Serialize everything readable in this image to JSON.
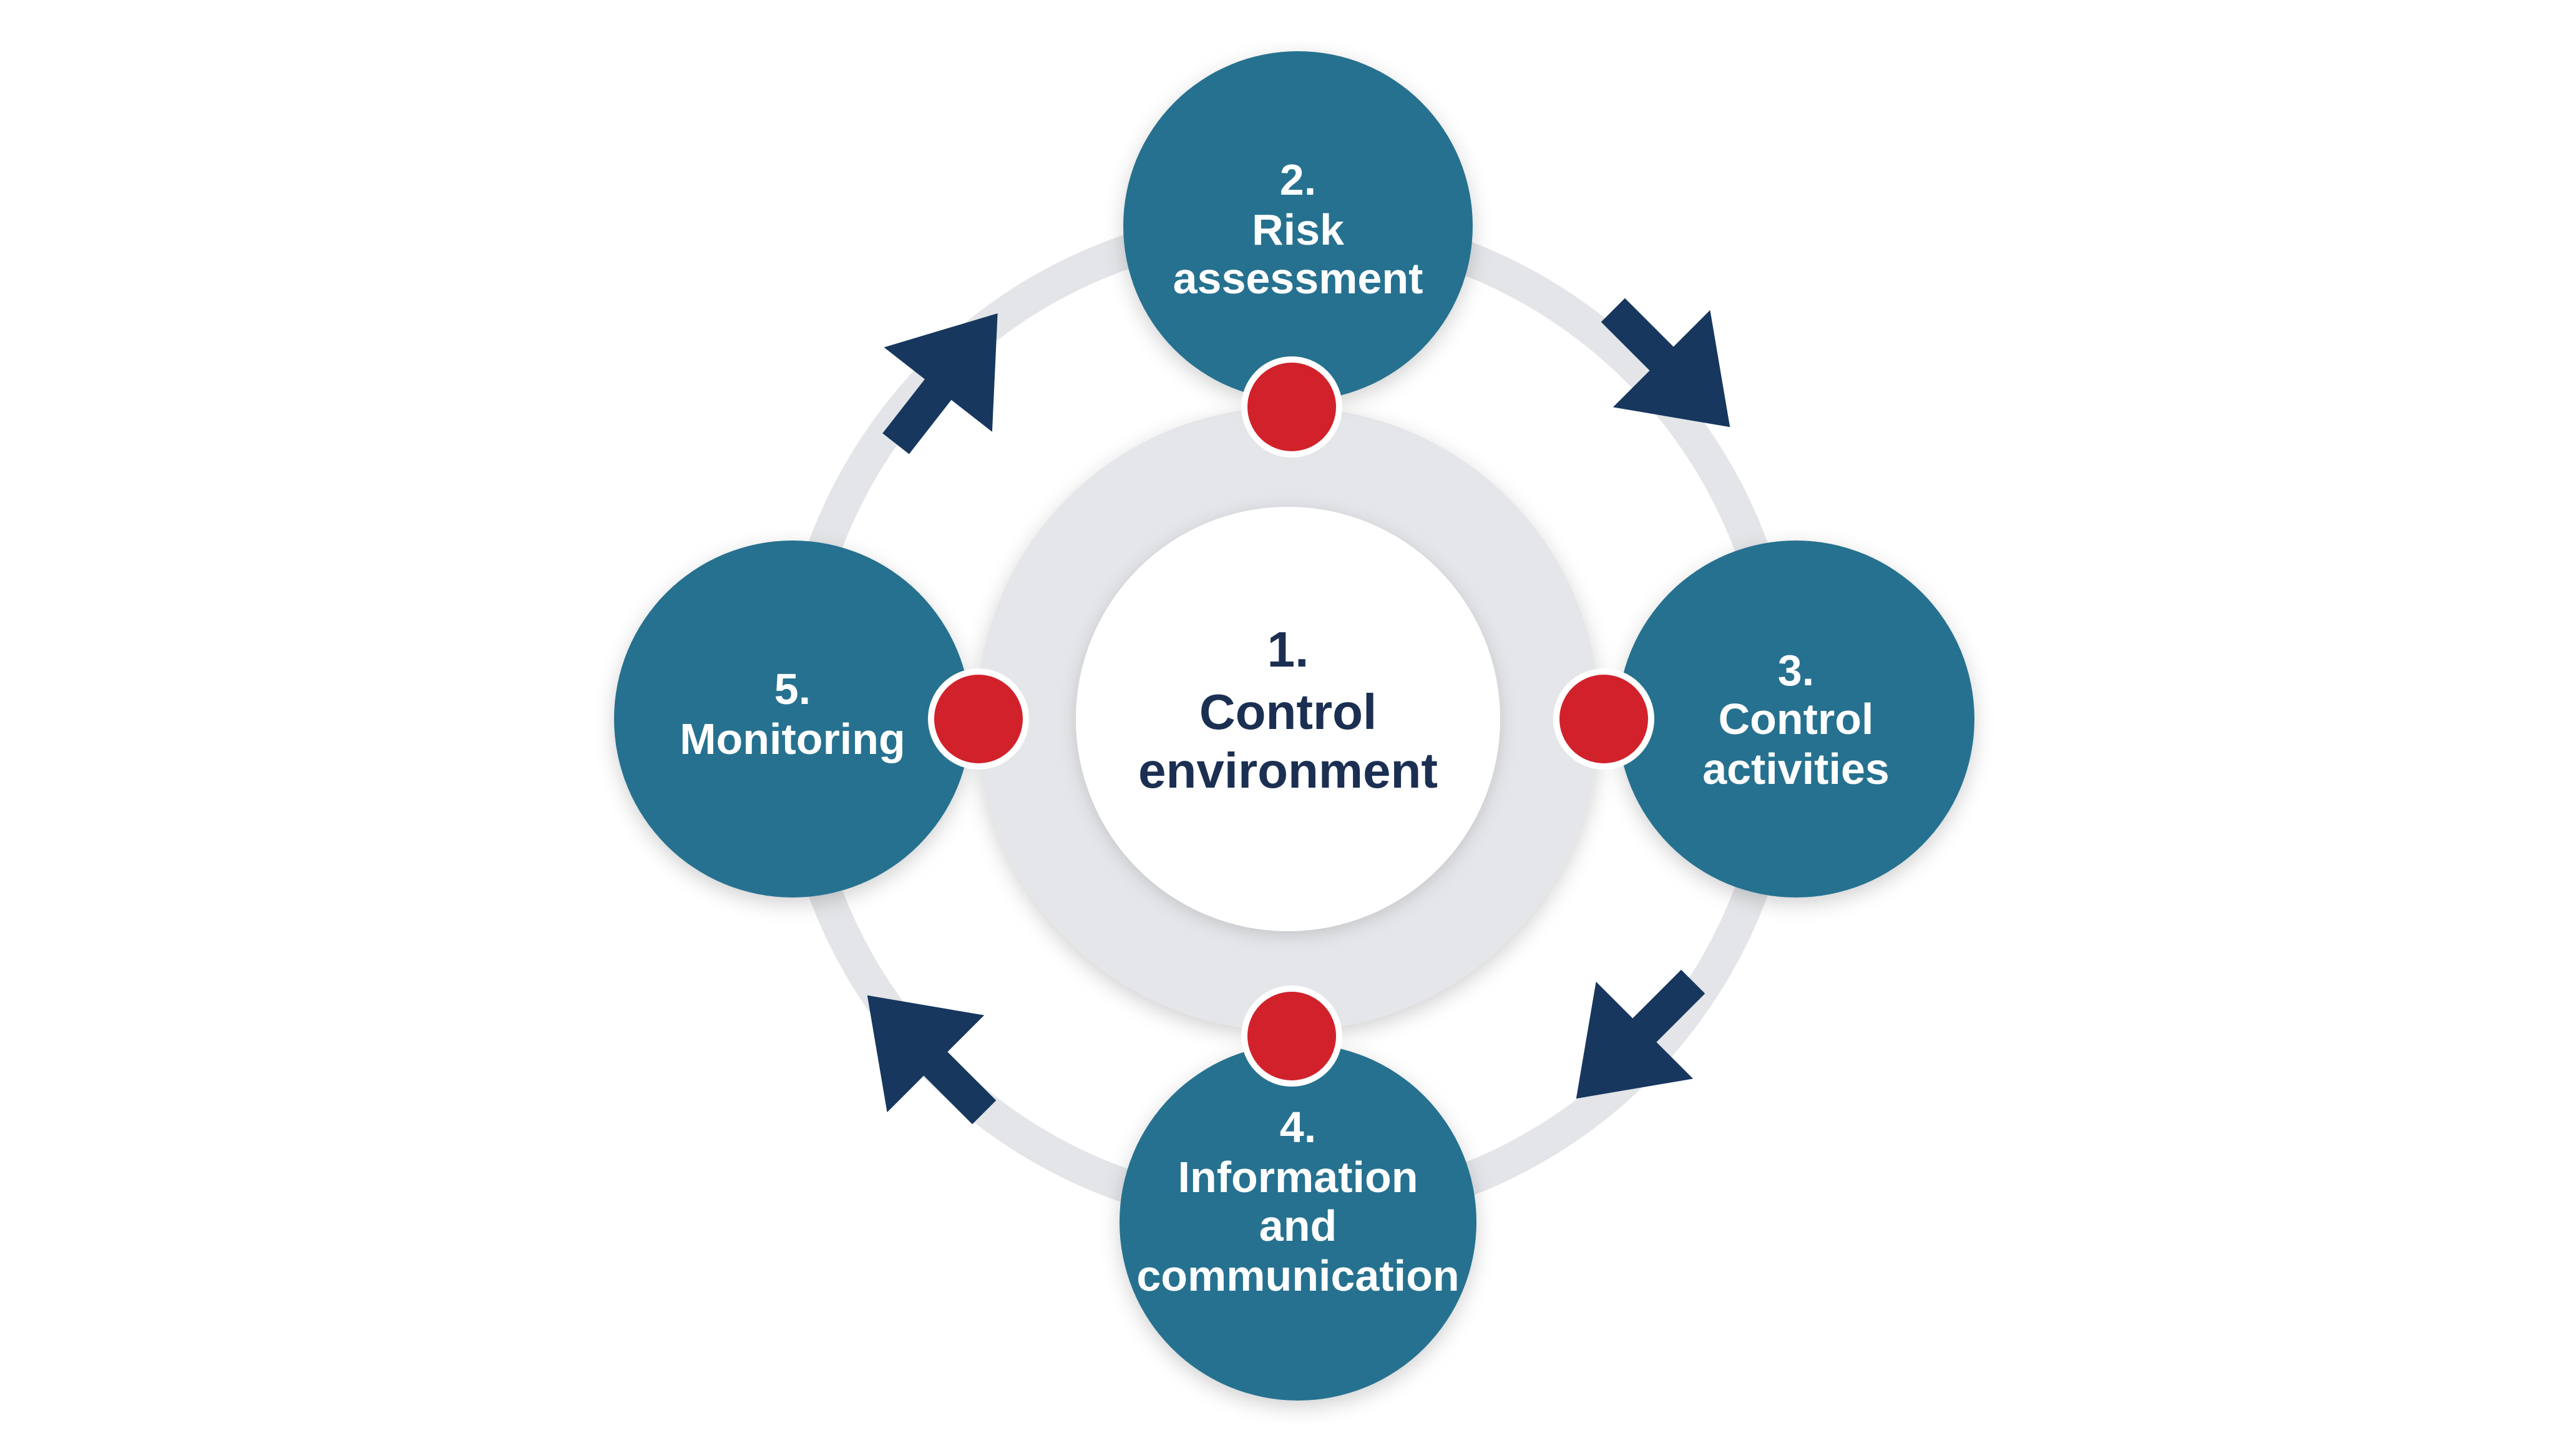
{
  "center": {
    "number": "1.",
    "line1": "Control",
    "line2": "environment",
    "text_color": "#1b2f52"
  },
  "nodes": [
    {
      "id": "risk-assessment",
      "number": "2.",
      "lines": [
        "Risk",
        "assessment"
      ]
    },
    {
      "id": "control-activities",
      "number": "3.",
      "lines": [
        "Control",
        "activities"
      ]
    },
    {
      "id": "information-and-communication",
      "number": "4.",
      "lines": [
        "Information",
        "and",
        "communication"
      ]
    },
    {
      "id": "monitoring",
      "number": "5.",
      "lines": [
        "Monitoring"
      ]
    }
  ],
  "colors": {
    "node_fill": "#25718f",
    "node_text": "#ffffff",
    "connector_dot": "#d1222b",
    "arrow": "#17375e",
    "ring": "#e3e5e8",
    "center_fill": "#ffffff"
  },
  "flow_direction": "clockwise"
}
